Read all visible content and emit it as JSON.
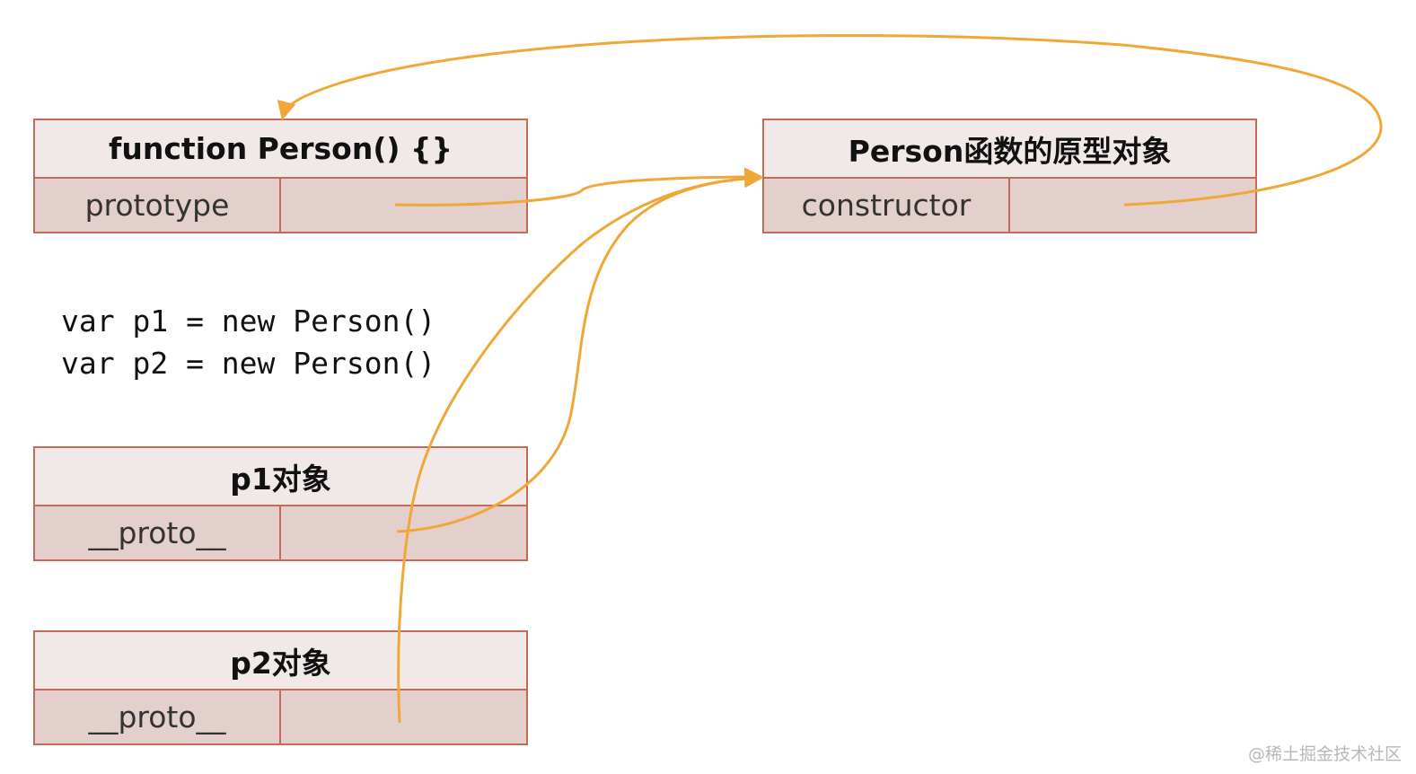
{
  "diagram": {
    "function_box": {
      "title": "function Person() {}",
      "row_key": "prototype"
    },
    "prototype_box": {
      "title": "Person函数的原型对象",
      "row_key": "constructor"
    },
    "p1_box": {
      "title": "p1对象",
      "row_key": "__proto__"
    },
    "p2_box": {
      "title": "p2对象",
      "row_key": "__proto__"
    },
    "code_lines": [
      "var p1 = new Person()",
      "var p2 = new Person()"
    ],
    "colors": {
      "arrow": "#f0a737",
      "box_border": "#c46a5a",
      "header_fill": "#f1e9e8",
      "row_fill": "#e3d0cc"
    },
    "links": [
      {
        "from": "function_box.prototype",
        "to": "prototype_box"
      },
      {
        "from": "prototype_box.constructor",
        "to": "function_box"
      },
      {
        "from": "p1_box.__proto__",
        "to": "prototype_box"
      },
      {
        "from": "p2_box.__proto__",
        "to": "prototype_box"
      }
    ]
  },
  "watermark": "@稀土掘金技术社区"
}
